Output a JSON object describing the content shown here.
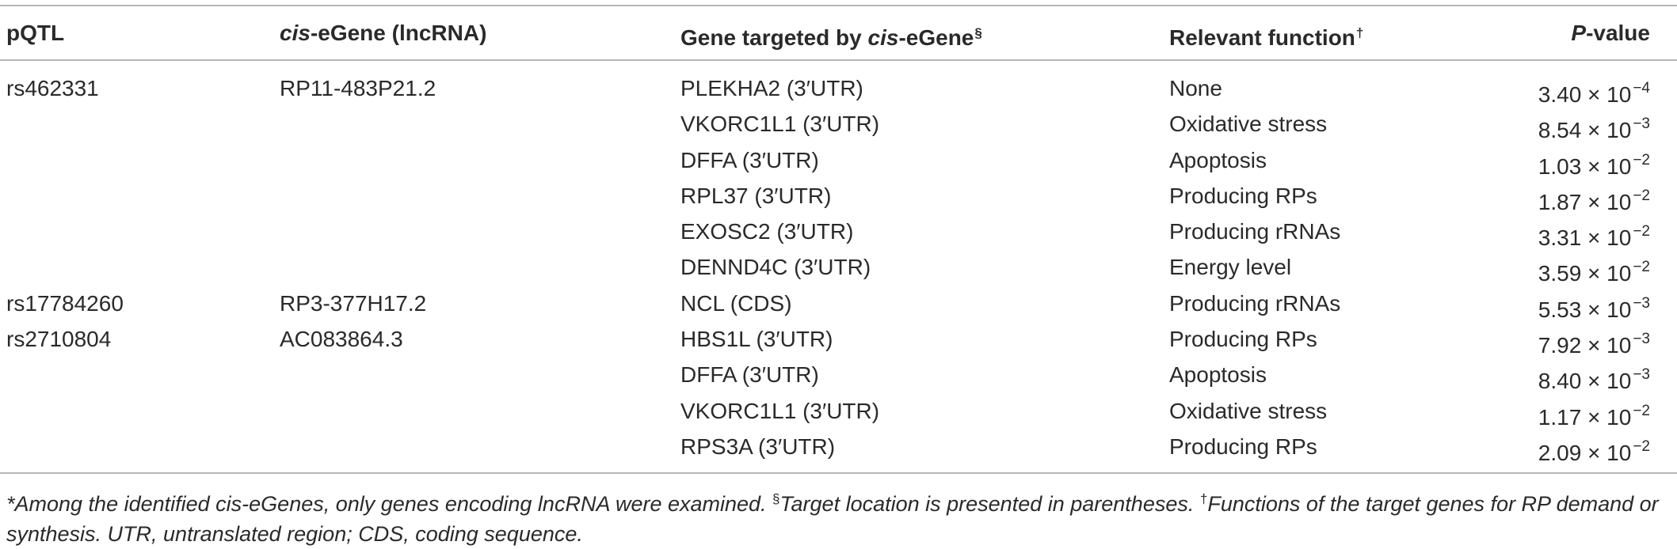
{
  "header": {
    "pqtl": "pQTL",
    "cis_italic": "cis",
    "cis_rest": "-eGene (lncRNA)",
    "target_prefix": "Gene targeted by ",
    "target_italic": "cis",
    "target_rest": "-eGene",
    "target_mark": "§",
    "function": "Relevant function",
    "function_mark": "†",
    "pvalue_italic": "P",
    "pvalue_rest": "-value"
  },
  "rows": [
    {
      "pqtl": "rs462331",
      "cis": "RP11-483P21.2",
      "target": "PLEKHA2 (3′UTR)",
      "function": "None",
      "p_mantissa": "3.40 × 10",
      "p_exp": "−4"
    },
    {
      "pqtl": "",
      "cis": "",
      "target": "VKORC1L1 (3′UTR)",
      "function": "Oxidative stress",
      "p_mantissa": "8.54 × 10",
      "p_exp": "−3"
    },
    {
      "pqtl": "",
      "cis": "",
      "target": "DFFA (3′UTR)",
      "function": "Apoptosis",
      "p_mantissa": "1.03 × 10",
      "p_exp": "−2"
    },
    {
      "pqtl": "",
      "cis": "",
      "target": "RPL37 (3′UTR)",
      "function": "Producing RPs",
      "p_mantissa": "1.87 × 10",
      "p_exp": "−2"
    },
    {
      "pqtl": "",
      "cis": "",
      "target": "EXOSC2 (3′UTR)",
      "function": "Producing rRNAs",
      "p_mantissa": "3.31 × 10",
      "p_exp": "−2"
    },
    {
      "pqtl": "",
      "cis": "",
      "target": "DENND4C (3′UTR)",
      "function": "Energy level",
      "p_mantissa": "3.59 × 10",
      "p_exp": "−2"
    },
    {
      "pqtl": "rs17784260",
      "cis": "RP3-377H17.2",
      "target": "NCL (CDS)",
      "function": "Producing rRNAs",
      "p_mantissa": "5.53 × 10",
      "p_exp": "−3"
    },
    {
      "pqtl": "rs2710804",
      "cis": "AC083864.3",
      "target": "HBS1L (3′UTR)",
      "function": "Producing RPs",
      "p_mantissa": "7.92 × 10",
      "p_exp": "−3"
    },
    {
      "pqtl": "",
      "cis": "",
      "target": "DFFA (3′UTR)",
      "function": "Apoptosis",
      "p_mantissa": "8.40 × 10",
      "p_exp": "−3"
    },
    {
      "pqtl": "",
      "cis": "",
      "target": "VKORC1L1 (3′UTR)",
      "function": "Oxidative stress",
      "p_mantissa": "1.17 × 10",
      "p_exp": "−2"
    },
    {
      "pqtl": "",
      "cis": "",
      "target": "RPS3A (3′UTR)",
      "function": "Producing RPs",
      "p_mantissa": "2.09 × 10",
      "p_exp": "−2"
    }
  ],
  "footnote": {
    "part1": "*Among the identified cis-eGenes, only genes encoding lncRNA were examined. ",
    "mark2": "§",
    "part2": "Target location is presented in parentheses. ",
    "mark3": "†",
    "part3": "Functions of the target genes for RP demand or synthesis. UTR, untranslated region; CDS, coding sequence."
  }
}
